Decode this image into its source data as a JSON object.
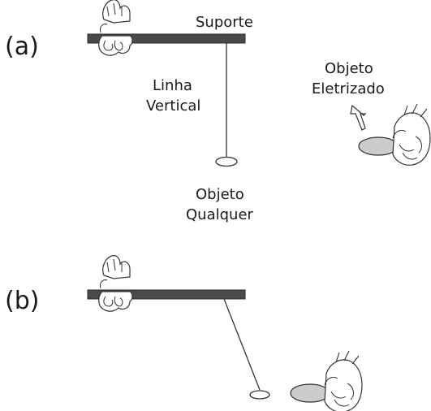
{
  "panels": {
    "a": {
      "label": "(a)",
      "support_label": "Suporte",
      "thread_label": [
        "Linha",
        "Vertical"
      ],
      "object_label": [
        "Objeto",
        "Qualquer"
      ],
      "charged_object_label": [
        "Objeto",
        "Eletrizado"
      ]
    },
    "b": {
      "label": "(b)"
    }
  },
  "colors": {
    "support_bar": "#4a4a4a",
    "outline": "#333333",
    "hand_fill": "#ffffff",
    "charged_object_fill": "#cccccc"
  },
  "icons": {
    "hand": "hand-holding-icon",
    "arrow": "hollow-arrow-icon"
  }
}
